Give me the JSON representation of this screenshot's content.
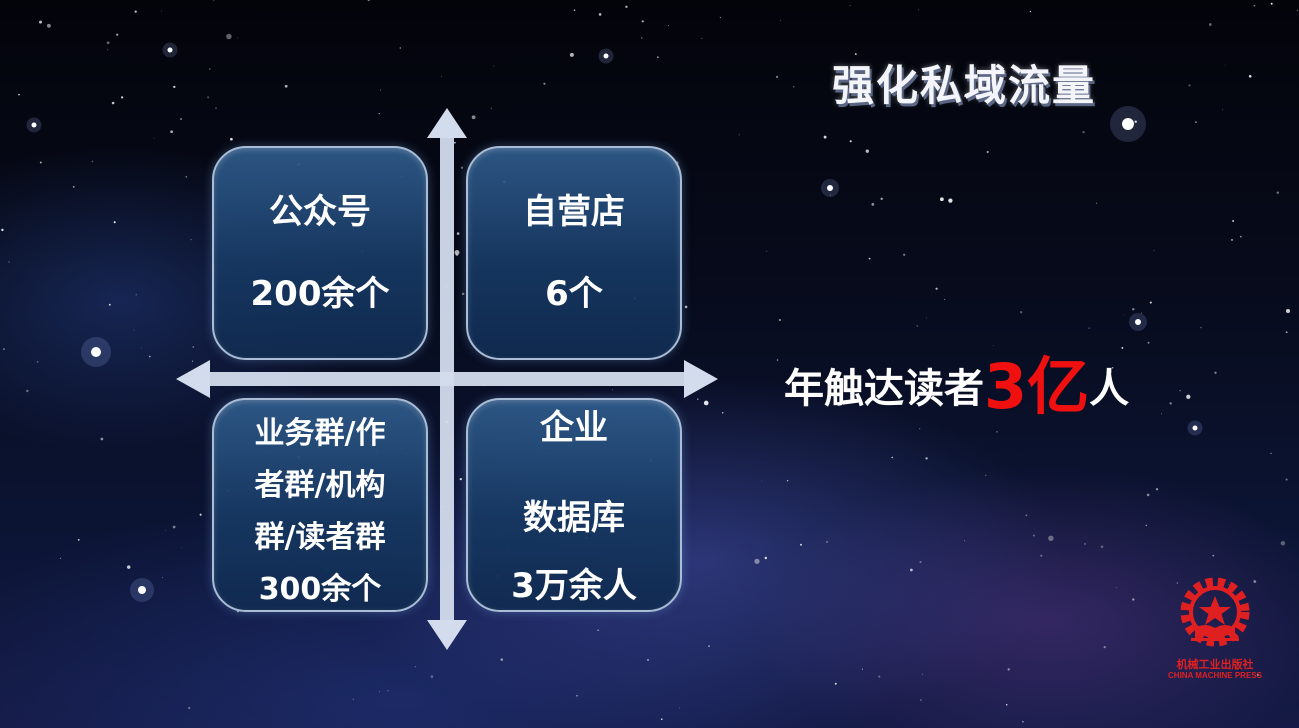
{
  "slide": {
    "title": "强化私域流量",
    "quadrants": {
      "top_left": {
        "label": "公众号",
        "value": "200余个"
      },
      "top_right": {
        "label": "自营店",
        "value": "6个"
      },
      "bottom_left": {
        "label_lines": [
          "业务群/作",
          "者群/机构",
          "群/读者群"
        ],
        "value": "300余个"
      },
      "bottom_right": {
        "label_line1": "企业",
        "label_line2": "数据库",
        "value": "3万余人"
      }
    },
    "reach": {
      "prefix": "年触达读者",
      "number": "3亿",
      "suffix": "人"
    },
    "logo": {
      "name_cn": "机械工业出版社",
      "name_en": "CHINA MACHINE PRESS",
      "icon": "gear-star-book-icon"
    },
    "colors": {
      "accent_red": "#f01010",
      "box_border": "#a9bdd6",
      "logo_red": "#e02020"
    }
  }
}
